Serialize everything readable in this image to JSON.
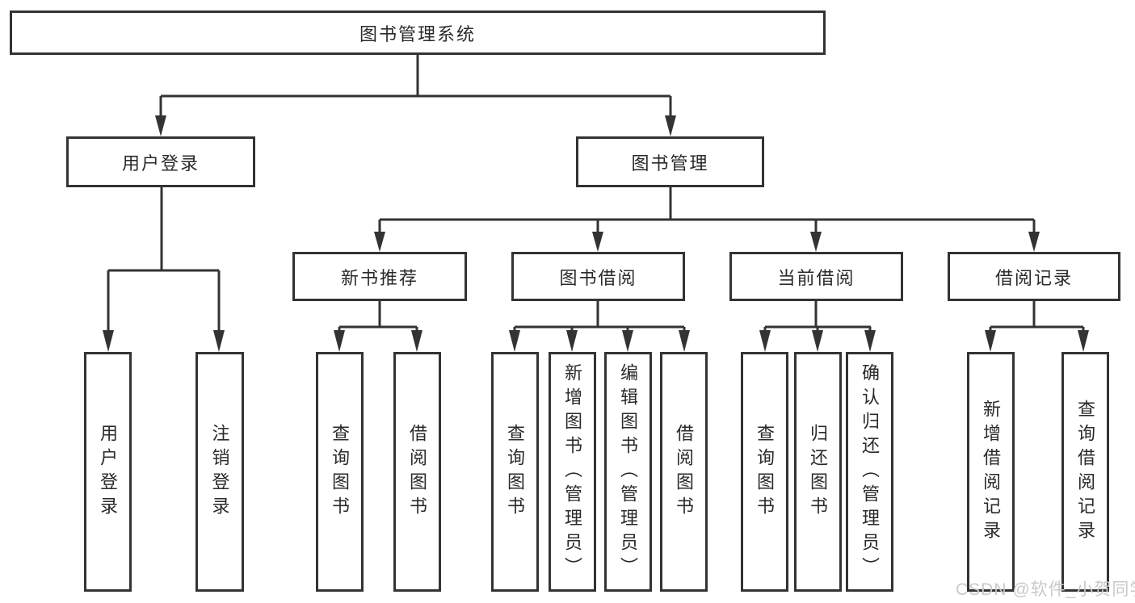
{
  "diagram": {
    "root": {
      "label": "图书管理系统"
    },
    "branches": [
      {
        "label": "用户登录",
        "children": [
          {
            "label": "用户登录"
          },
          {
            "label": "注销登录"
          }
        ]
      },
      {
        "label": "图书管理",
        "children": [
          {
            "label": "新书推荐",
            "children": [
              {
                "label": "查询图书"
              },
              {
                "label": "借阅图书"
              }
            ]
          },
          {
            "label": "图书借阅",
            "children": [
              {
                "label": "查询图书"
              },
              {
                "label": "新增图书（管理员）"
              },
              {
                "label": "编辑图书（管理员）"
              },
              {
                "label": "借阅图书"
              }
            ]
          },
          {
            "label": "当前借阅",
            "children": [
              {
                "label": "查询图书"
              },
              {
                "label": "归还图书"
              },
              {
                "label": "确认归还（管理员）"
              }
            ]
          },
          {
            "label": "借阅记录",
            "children": [
              {
                "label": "新增借阅记录"
              },
              {
                "label": "查询借阅记录"
              }
            ]
          }
        ]
      }
    ]
  },
  "watermark": {
    "text": "CSDN @软件_小贺同学"
  },
  "colors": {
    "line": "#333333",
    "text": "#2a2a2a",
    "background": "#ffffff",
    "watermark": "#c9c9c9"
  }
}
